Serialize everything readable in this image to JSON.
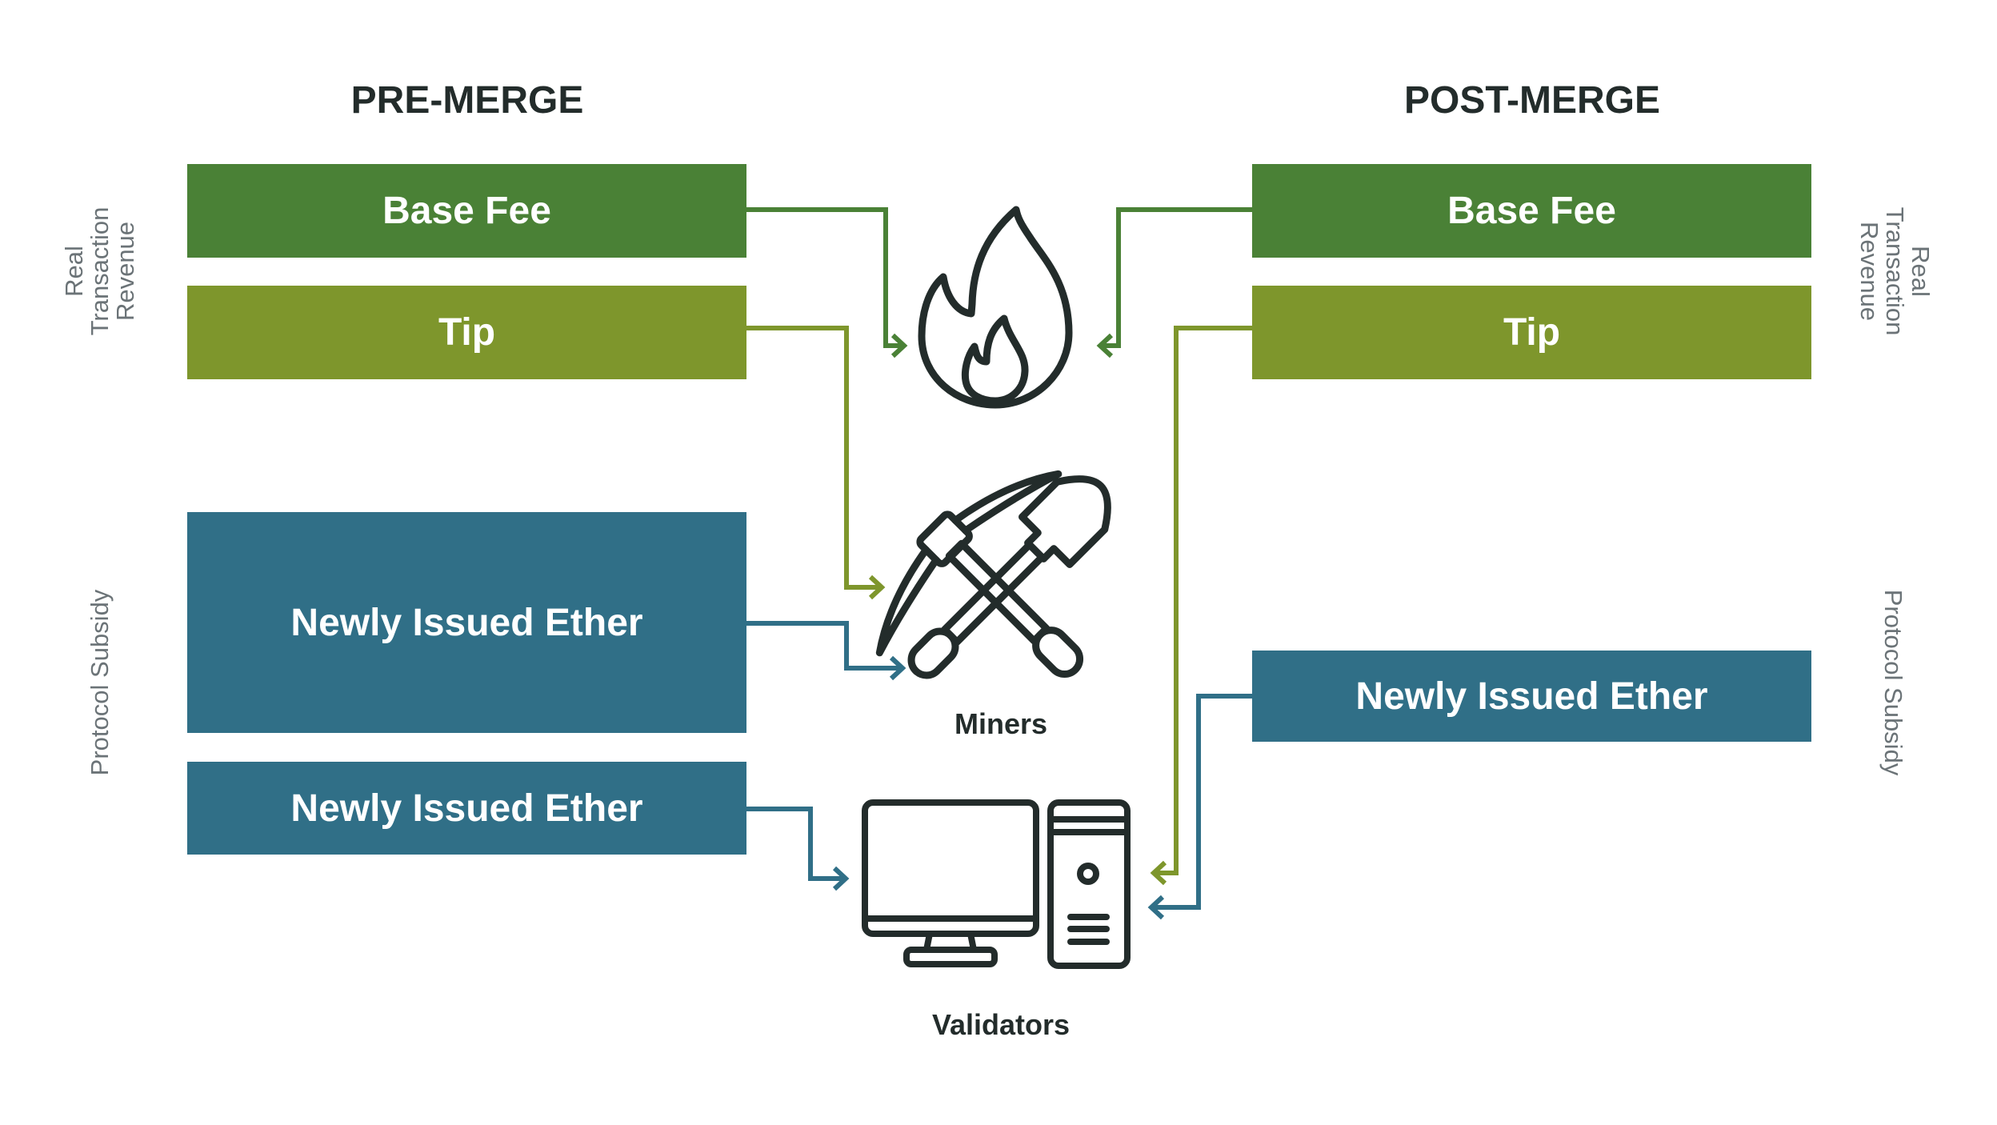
{
  "headings": {
    "pre": "PRE-MERGE",
    "post": "POST-MERGE"
  },
  "side_labels": {
    "real_revenue": [
      "Real",
      "Transaction",
      "Revenue"
    ],
    "protocol_subsidy": "Protocol Subsidy"
  },
  "pre_merge": {
    "base_fee": "Base Fee",
    "tip": "Tip",
    "newly_issued_miners": "Newly Issued Ether",
    "newly_issued_validators": "Newly Issued Ether"
  },
  "post_merge": {
    "base_fee": "Base Fee",
    "tip": "Tip",
    "newly_issued": "Newly Issued Ether"
  },
  "recipients": {
    "miners": "Miners",
    "validators": "Validators"
  },
  "colors": {
    "base_fee": "#4a8136",
    "tip": "#7e962c",
    "issuance": "#306f87",
    "icon": "#232c2b"
  },
  "icons": [
    "fire-icon",
    "pickaxe-shovel-icon",
    "computer-icon"
  ]
}
